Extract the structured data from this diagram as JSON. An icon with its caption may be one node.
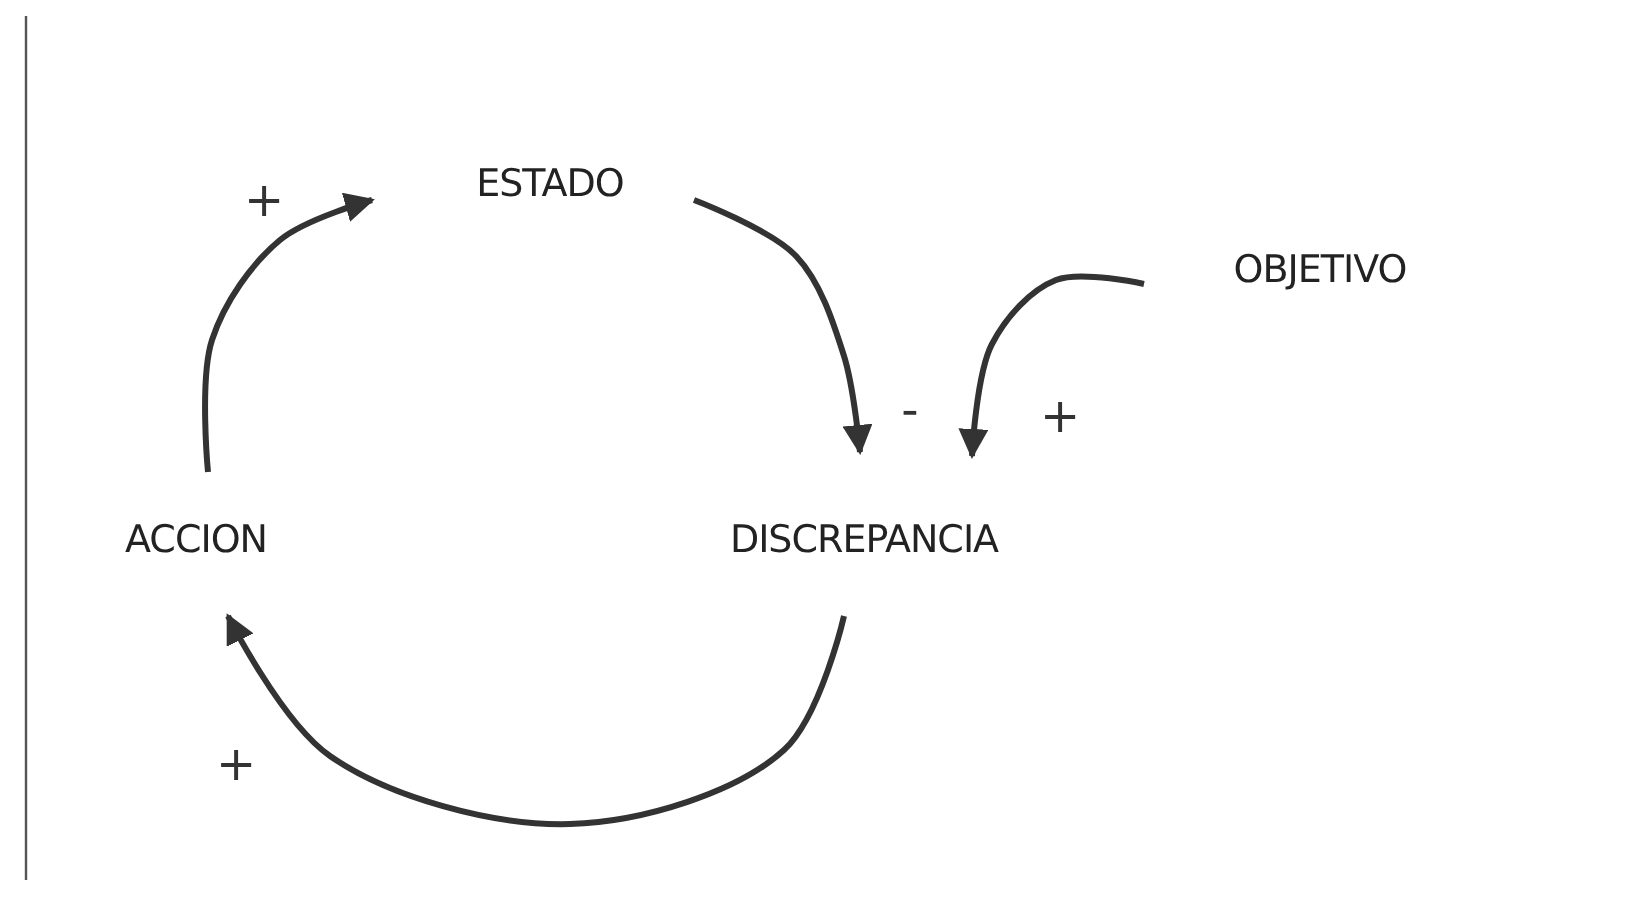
{
  "diagram": {
    "nodes": [
      {
        "text": [
          "ESTADO"
        ]
      },
      {
        "text": [
          "OBJETIVO"
        ]
      },
      {
        "text": [
          "ACCION"
        ]
      },
      {
        "text": [
          "DISCREPANCIA"
        ]
      }
    ],
    "edges": [
      {
        "from": 2,
        "to": 0,
        "arrow": "to",
        "label": "+"
      },
      {
        "from": 0,
        "to": 3,
        "arrow": "to",
        "label": "-"
      },
      {
        "from": 1,
        "to": 3,
        "arrow": "to",
        "label": "+"
      },
      {
        "from": 3,
        "to": 2,
        "arrow": "to",
        "label": "+"
      }
    ]
  }
}
